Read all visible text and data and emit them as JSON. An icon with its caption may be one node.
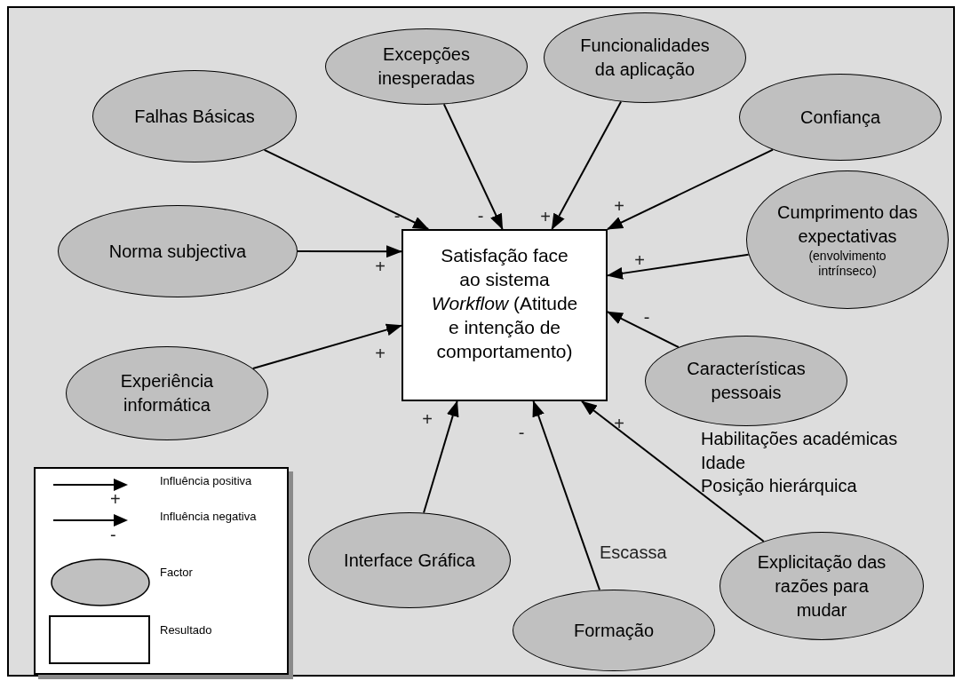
{
  "diagram": {
    "nodes": [
      {
        "text": [
          "Falhas Básicas"
        ]
      },
      {
        "text": [
          "Excepções inesperadas"
        ]
      },
      {
        "text": [
          "Funcionalidades da aplicação"
        ]
      },
      {
        "text": [
          "Confiança"
        ]
      },
      {
        "text": [
          "Norma subjectiva"
        ]
      },
      {
        "text": [
          "Satisfação face ao sistema *Workflow* (Atitude e intenção de comportamento)"
        ]
      },
      {
        "text": [
          "Cumprimento das expectativas",
          "(envolvimento intrínseco)"
        ]
      },
      {
        "text": [
          "Experiência informática"
        ]
      },
      {
        "text": [
          "Características pessoais"
        ]
      },
      {
        "text": [
          "Interface Gráfica"
        ]
      },
      {
        "text": [
          "Formação"
        ],
        "beside": [
          "Escassa"
        ]
      },
      {
        "text": [
          "Explicitação das razões para mudar"
        ]
      }
    ],
    "edges": [
      {
        "from": 0,
        "to": 5,
        "arrow": "to",
        "label": "-"
      },
      {
        "from": 1,
        "to": 5,
        "arrow": "to",
        "label": "-"
      },
      {
        "from": 2,
        "to": 5,
        "arrow": "to",
        "label": "+"
      },
      {
        "from": 3,
        "to": 5,
        "arrow": "to",
        "label": "+"
      },
      {
        "from": 4,
        "to": 5,
        "arrow": "to",
        "label": "+"
      },
      {
        "from": 6,
        "to": 5,
        "arrow": "to",
        "label": "+"
      },
      {
        "from": 8,
        "to": 5,
        "arrow": "to",
        "label": "-"
      },
      {
        "from": 7,
        "to": 5,
        "arrow": "to",
        "label": "+"
      },
      {
        "from": 9,
        "to": 5,
        "arrow": "to",
        "label": "+"
      },
      {
        "from": 10,
        "to": 5,
        "arrow": "to",
        "label": "-"
      },
      {
        "from": 11,
        "to": 5,
        "arrow": "to",
        "label": "+"
      }
    ],
    "labels": [
      "Habilitações académicas",
      "Idade",
      "Posição hierárquica",
      "+",
      "-"
    ],
    "legend": [
      {
        "text": "Influência positiva"
      },
      {
        "text": "Influência negativa"
      },
      {
        "text": "Factor"
      },
      {
        "text": "Resultado"
      }
    ]
  }
}
